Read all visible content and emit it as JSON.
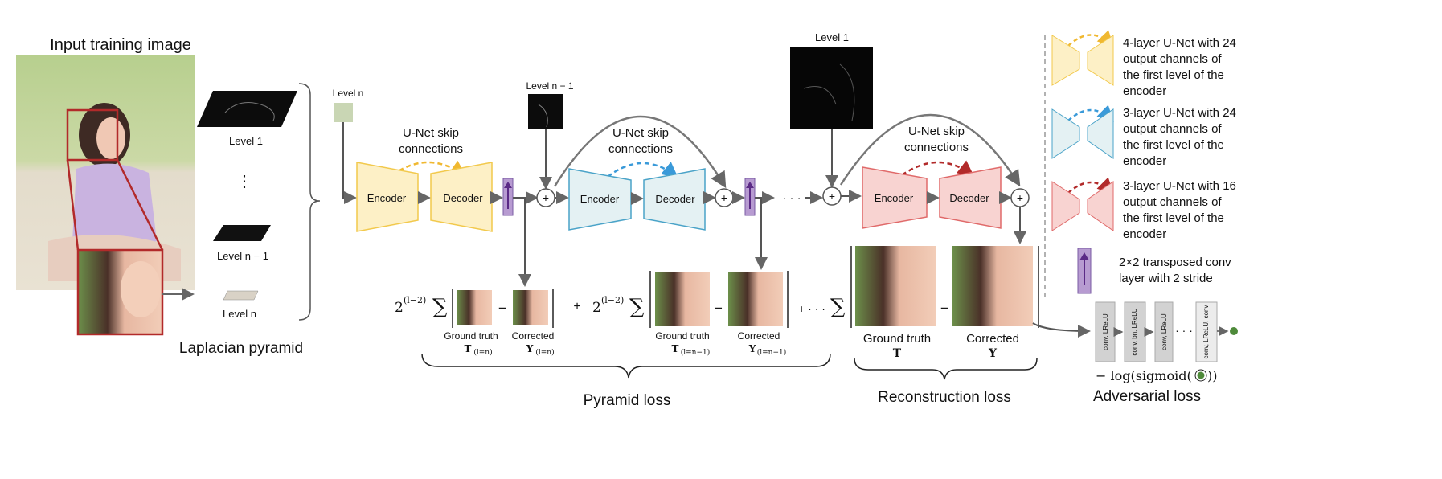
{
  "input_title": "Input training image",
  "laplacian": {
    "title": "Laplacian pyramid",
    "level1": "Level 1",
    "ellipsis": "⋮",
    "level_n_minus_1": "Level n − 1",
    "level_n": "Level n"
  },
  "flow": {
    "level_n_tag": "Level n",
    "level_n_minus_1_tag": "Level n − 1",
    "level1_tag": "Level 1",
    "skip_line1": "U-Net skip",
    "skip_line2": "connections",
    "encoder": "Encoder",
    "decoder": "Decoder",
    "dots": "· · ·"
  },
  "losses": {
    "coef": "2",
    "coef_exp": "(l−2)",
    "sum": "∑",
    "minus": "−",
    "plus": "+",
    "plus_dots": "+ · · ·",
    "ground_truth": "Ground truth",
    "corrected": "Corrected",
    "T_n": "T",
    "T_n_sub": "(l=n)",
    "Y_n": "Y",
    "Y_n_sub": "(l=n)",
    "T_n1_sub": "(l=n−1)",
    "Y_n1_sub": "(l=n−1)",
    "T": "T",
    "Y": "Y",
    "pyramid_loss": "Pyramid loss",
    "reconstruction_loss": "Reconstruction loss",
    "adversarial_loss": "Adversarial loss",
    "adv_formula": "− log(sigmoid(",
    "adv_formula_end": "))"
  },
  "legend": {
    "unet4_24": "4-layer U-Net with 24 output channels of the first level of the encoder",
    "unet3_24": "3-layer U-Net with 24 output channels of the first level of the encoder",
    "unet3_16": "3-layer U-Net with 16 output channels of the first level of the encoder",
    "transposed": "2×2 transposed conv layer with 2 stride",
    "unet4_24_lines": [
      "4-layer U-Net with 24",
      "output  channels  of",
      "the first level of the",
      "encoder"
    ],
    "unet3_24_lines": [
      "3-layer U-Net with 24",
      "output  channels  of",
      "the first level of the",
      "encoder"
    ],
    "unet3_16_lines": [
      "3-layer U-Net with 16",
      "output  channels  of",
      "the first level of the",
      "encoder"
    ],
    "transposed_lines": [
      "2×2 transposed conv",
      "layer with 2 stride"
    ]
  },
  "disc": {
    "b1": "conv, LReLU",
    "b2": "conv, bn, LReLU",
    "b3": "conv, LReLU",
    "dots": "· · ·",
    "b4": "conv, LReLU, conv"
  },
  "colors": {
    "yellow_fill": "#fdf0c6",
    "yellow_stroke": "#f2c94c",
    "yellow_arrow": "#f0b830",
    "blue_fill": "#e4f1f3",
    "blue_stroke": "#4aa3c8",
    "blue_arrow": "#3a9ad9",
    "red_fill": "#f8d3d1",
    "red_stroke": "#e06a6a",
    "red_arrow": "#b22a2a",
    "purple": "#b79bd1",
    "purple_arrow": "#5b2a86",
    "highlight": "#b22a2a",
    "disc_green": "#4e8a3a"
  }
}
